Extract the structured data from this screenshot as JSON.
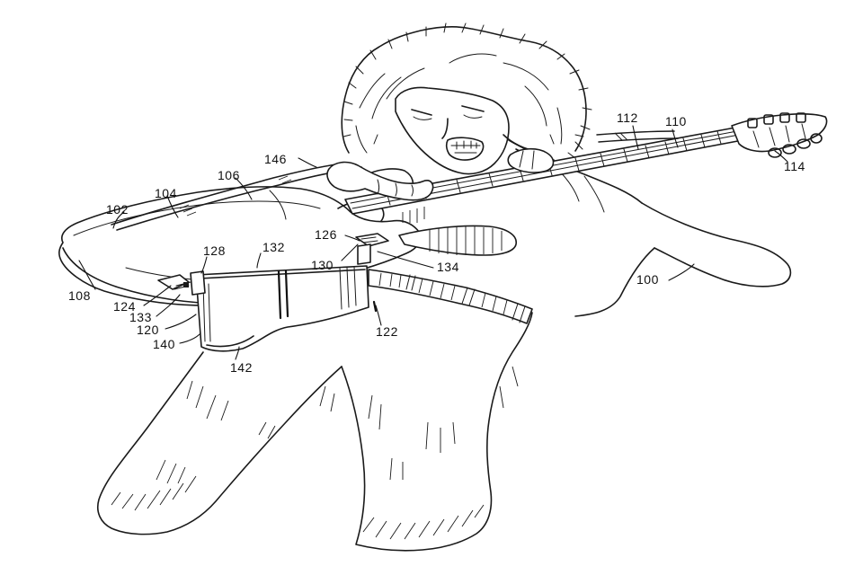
{
  "figure": {
    "reference_numerals": [
      {
        "id": "n100",
        "text": "100"
      },
      {
        "id": "n102",
        "text": "102"
      },
      {
        "id": "n104",
        "text": "104"
      },
      {
        "id": "n106",
        "text": "106"
      },
      {
        "id": "n108",
        "text": "108"
      },
      {
        "id": "n110",
        "text": "110"
      },
      {
        "id": "n112",
        "text": "112"
      },
      {
        "id": "n114",
        "text": "114"
      },
      {
        "id": "n120",
        "text": "120"
      },
      {
        "id": "n122",
        "text": "122"
      },
      {
        "id": "n124",
        "text": "124"
      },
      {
        "id": "n126",
        "text": "126"
      },
      {
        "id": "n128",
        "text": "128"
      },
      {
        "id": "n130",
        "text": "130"
      },
      {
        "id": "n132",
        "text": "132"
      },
      {
        "id": "n133",
        "text": "133"
      },
      {
        "id": "n134",
        "text": "134"
      },
      {
        "id": "n140",
        "text": "140"
      },
      {
        "id": "n142",
        "text": "142"
      },
      {
        "id": "n146",
        "text": "146"
      }
    ]
  }
}
